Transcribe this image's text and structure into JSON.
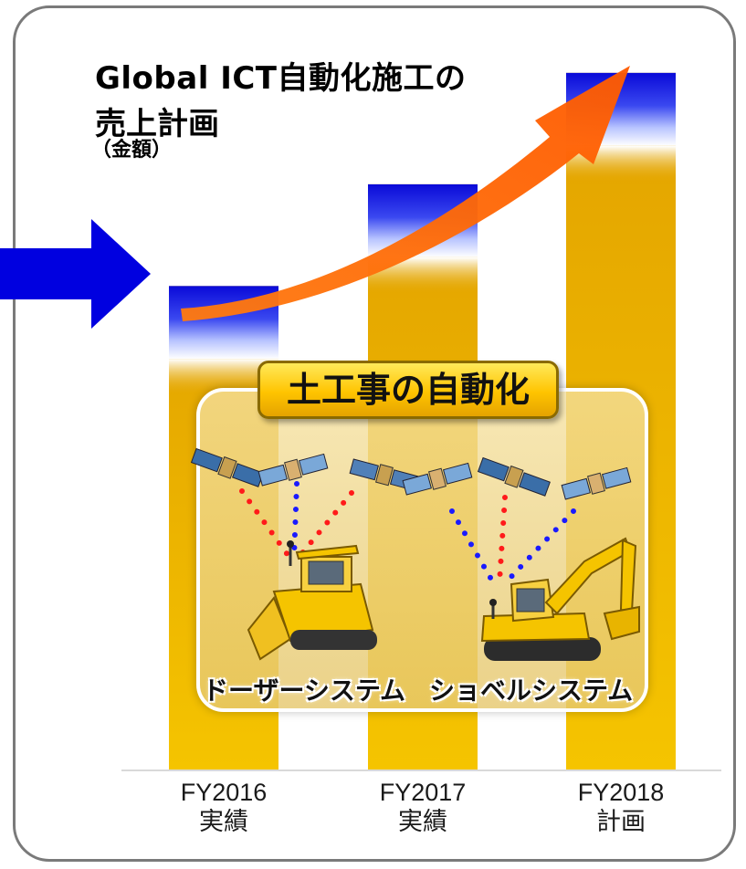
{
  "chart_data": {
    "type": "bar",
    "title": "Global ICT自動化施工の売上計画",
    "subtitle": "（金額）",
    "categories": [
      {
        "year": "FY2016",
        "status": "実績"
      },
      {
        "year": "FY2017",
        "status": "実績"
      },
      {
        "year": "FY2018",
        "status": "計画"
      }
    ],
    "values": [
      100,
      121,
      144
    ],
    "ylim": [
      0,
      150
    ],
    "y_axis_visible": false,
    "grid": false,
    "colors": {
      "bar_gold": "#e8a800",
      "bar_top": "#1a1adc",
      "growth_arrow": "#ff6a00",
      "intro_arrow": "#0000e0"
    }
  },
  "title_lines": [
    "Global ICT自動化施工の",
    "売上計画"
  ],
  "subtitle": "（金額）",
  "callout": {
    "heading": "土工事の自動化",
    "systems": [
      "ドーザーシステム",
      "ショベルシステム"
    ],
    "icons": [
      "satellite-icon",
      "bulldozer-icon",
      "excavator-icon"
    ]
  }
}
